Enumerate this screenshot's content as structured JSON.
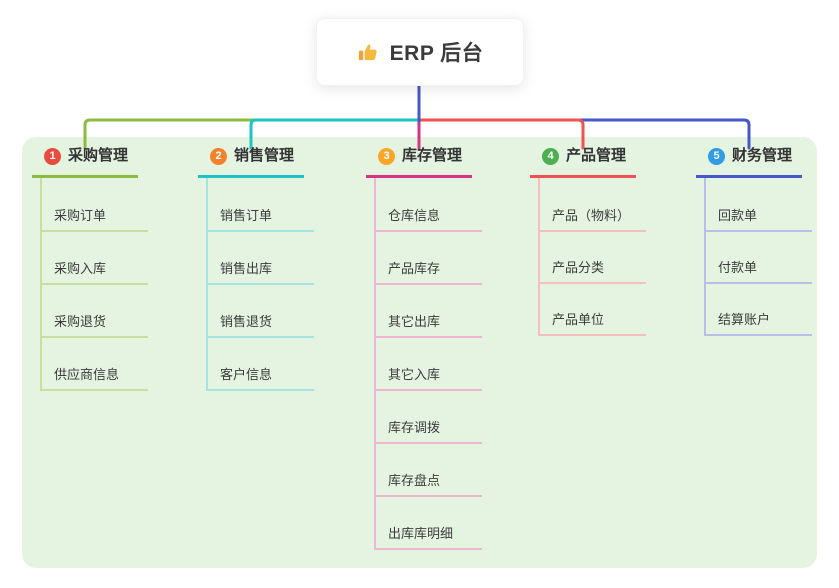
{
  "root": {
    "label": "ERP 后台",
    "icon": "thumbs-up-icon",
    "icon_color": "#f6b93d",
    "line_color": "#4657c9"
  },
  "panel": {
    "bg": "#e4f4e1"
  },
  "branches": [
    {
      "num": "1",
      "label": "采购管理",
      "num_color": "#e74c3c",
      "color": "#8bbb3f",
      "pale": "#c6df9e",
      "children": [
        {
          "label": "采购订单"
        },
        {
          "label": "采购入库"
        },
        {
          "label": "采购退货"
        },
        {
          "label": "供应商信息"
        }
      ]
    },
    {
      "num": "2",
      "label": "销售管理",
      "num_color": "#f5822a",
      "color": "#1ec3c3",
      "pale": "#a6e4e0",
      "children": [
        {
          "label": "销售订单"
        },
        {
          "label": "销售出库"
        },
        {
          "label": "销售退货"
        },
        {
          "label": "客户信息"
        }
      ]
    },
    {
      "num": "3",
      "label": "库存管理",
      "num_color": "#f9a62a",
      "color": "#d63384",
      "pale": "#efb6d4",
      "children": [
        {
          "label": "仓库信息"
        },
        {
          "label": "产品库存"
        },
        {
          "label": "其它出库"
        },
        {
          "label": "其它入库"
        },
        {
          "label": "库存调拨"
        },
        {
          "label": "库存盘点"
        },
        {
          "label": "出库库明细"
        }
      ]
    },
    {
      "num": "4",
      "label": "产品管理",
      "num_color": "#4caf50",
      "color": "#ee5253",
      "pale": "#f6bfbf",
      "children": [
        {
          "label": "产品（物料）"
        },
        {
          "label": "产品分类"
        },
        {
          "label": "产品单位"
        }
      ]
    },
    {
      "num": "5",
      "label": "财务管理",
      "num_color": "#2f9ce3",
      "color": "#4657c9",
      "pale": "#b6c0e9",
      "children": [
        {
          "label": "回款单"
        },
        {
          "label": "付款单"
        },
        {
          "label": "结算账户"
        }
      ]
    }
  ]
}
